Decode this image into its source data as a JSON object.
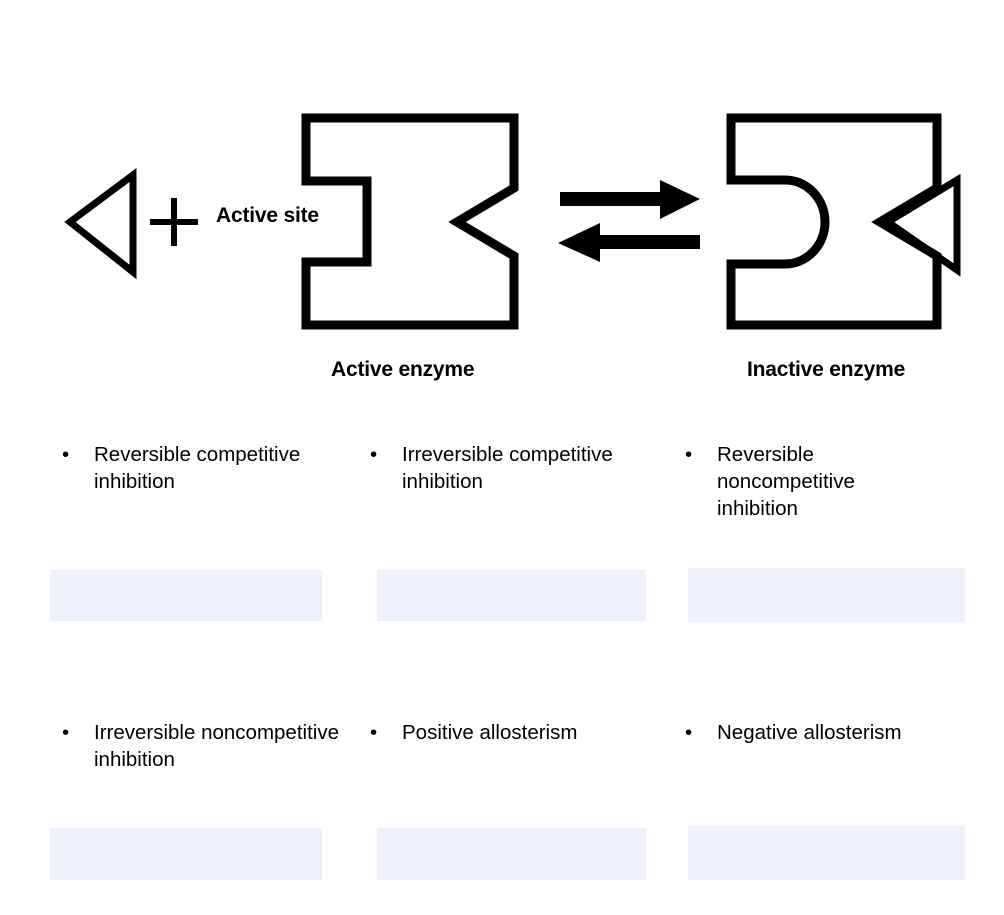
{
  "diagram": {
    "labels": {
      "active_site": "Active site",
      "active_enzyme": "Active enzyme",
      "inactive_enzyme": "Inactive enzyme"
    },
    "icons": {
      "free_inhibitor": "triangle-outline-icon",
      "plus": "plus-sign-icon",
      "forward_arrow": "arrow-right-icon",
      "reverse_arrow": "arrow-left-icon",
      "active_enzyme_shape": "active-enzyme-shape-icon",
      "inactive_enzyme_shape": "inactive-enzyme-shape-icon",
      "bound_effector": "bound-triangle-icon"
    },
    "colors": {
      "stroke": "#000000",
      "background": "#ffffff"
    }
  },
  "options": {
    "bullet": "•",
    "box_color": "#eef0fc",
    "items": [
      {
        "label": "Reversible competitive inhibition"
      },
      {
        "label": "Irreversible competitive inhibition"
      },
      {
        "label": "Reversible noncompetitive inhibition"
      },
      {
        "label": "Irreversible noncompetitive inhibition"
      },
      {
        "label": "Positive allosterism"
      },
      {
        "label": "Negative allosterism"
      }
    ],
    "answers": [
      "",
      "",
      "",
      "",
      "",
      ""
    ]
  }
}
